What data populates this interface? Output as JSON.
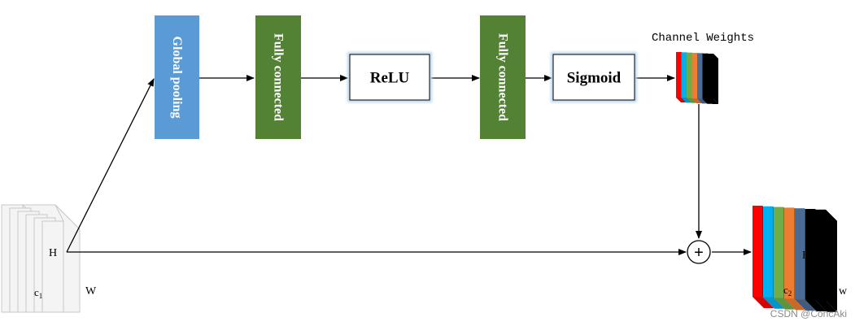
{
  "blocks": {
    "global_pooling": "Global pooling",
    "fc1": "Fully connected",
    "relu": "ReLU",
    "fc2": "Fully connected",
    "sigmoid": "Sigmoid"
  },
  "labels": {
    "channel_weights": "Channel Weights",
    "input_h": "H",
    "input_w": "W",
    "input_c_base": "c",
    "input_c_sub": "1",
    "output_h": "H",
    "output_w": "w",
    "output_c_base": "c",
    "output_c_sub": "2",
    "add_symbol": "+"
  },
  "watermark": "CSDN @ConcAki",
  "colors": {
    "pooling": "#5b9bd5",
    "fully_connected": "#548235",
    "channel_stripes": [
      "#ff0000",
      "#00b0f0",
      "#70ad47",
      "#ed7d31",
      "#4a6c94",
      "#000000",
      "#000000"
    ]
  }
}
